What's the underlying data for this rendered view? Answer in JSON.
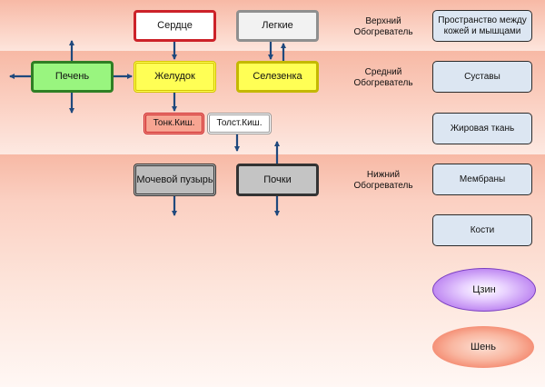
{
  "nodes": {
    "heart": "Сердце",
    "lungs": "Легкие",
    "liver": "Печень",
    "stomach": "Желудок",
    "spleen": "Селезенка",
    "small_intestine": "Тонк.Киш.",
    "large_intestine": "Толст.Киш.",
    "bladder": "Мочевой пузырь",
    "kidneys": "Почки"
  },
  "heaters": {
    "upper": "Верхний\nОбогреватель",
    "middle": "Средний\nОбогреватель",
    "lower": "Нижний\nОбогреватель"
  },
  "tissues": {
    "skin_muscle_space": "Пространство между\nкожей и мышцами",
    "joints": "Суставы",
    "fat": "Жировая ткань",
    "membranes": "Мембраны",
    "bones": "Кости"
  },
  "essences": {
    "jing": "Цзин",
    "shen": "Шень"
  },
  "colors": {
    "band": "#f7b9a5",
    "arrow": "#1f497d",
    "heart_border": "#cc2229",
    "liver_fill": "#99f57f",
    "stomach_fill": "#ffff55",
    "tissue_fill": "#dce6f2",
    "jing_fill": "#b679ef"
  }
}
